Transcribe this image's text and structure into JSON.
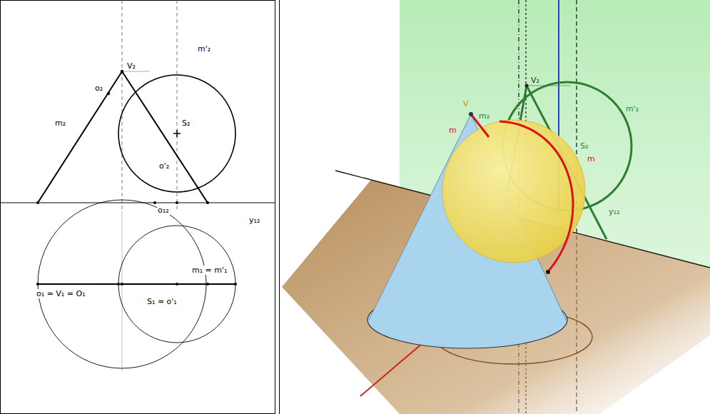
{
  "diagram": {
    "labels": [
      "V₂",
      "m₂",
      "o₂",
      "m'₂",
      "S₂",
      "o'₂",
      "o₁₂",
      "y₁₂",
      "o₁ = V₁ = O₁",
      "m₁ = m'₁",
      "S₁ = o'₁",
      "V₂",
      "m₂",
      "V",
      "m",
      "m",
      "m'₂",
      "S₂",
      "y₁₂"
    ]
  }
}
